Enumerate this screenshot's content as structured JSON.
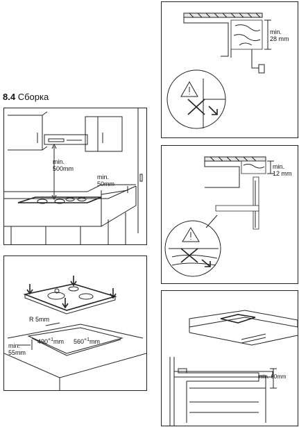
{
  "section": {
    "number": "8.4",
    "title": "Сборка"
  },
  "panel_top_left": {
    "min_height": "min.\n500mm",
    "min_side": "min.\n50mm"
  },
  "panel_bottom_left": {
    "radius": "R 5mm",
    "depth": "490",
    "depth_tol": "+1",
    "depth_unit": "mm",
    "width": "560",
    "width_tol": "+1",
    "width_unit": "mm",
    "min_wall": "min.\n55mm"
  },
  "panel_right_1": {
    "min_thickness": "min.\n28 mm",
    "warning_icon": "warning-icon"
  },
  "panel_right_2": {
    "min_thickness": "min.\n12 mm",
    "warning_icon": "warning-icon"
  },
  "panel_right_3": {
    "min_clearance": "min. 60mm"
  }
}
